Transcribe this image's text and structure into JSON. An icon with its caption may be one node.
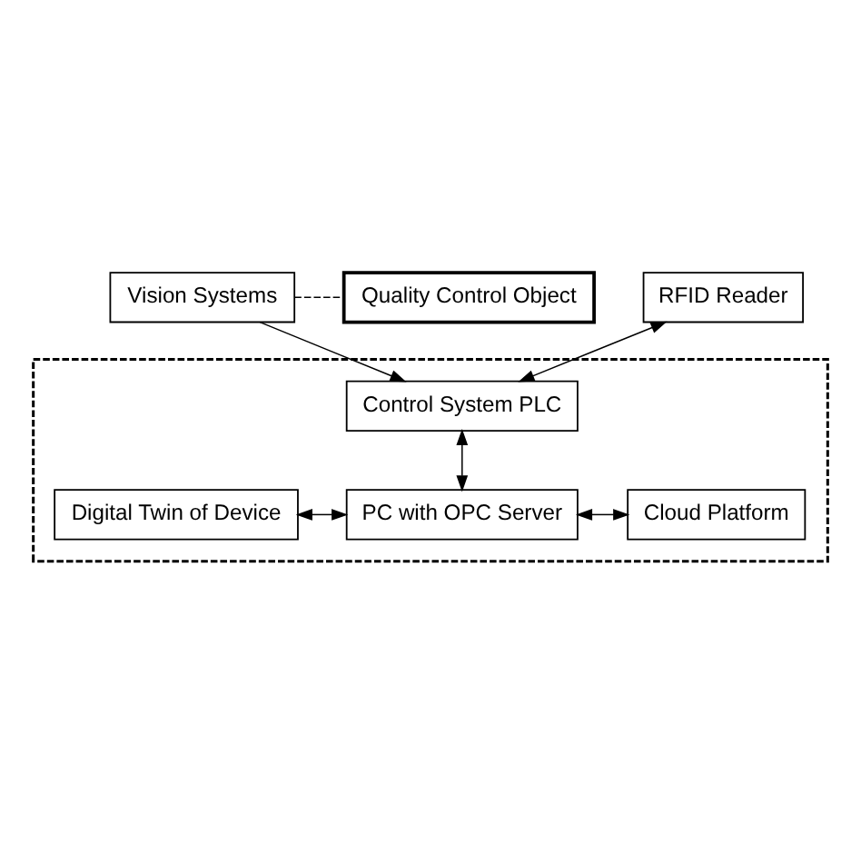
{
  "diagram": {
    "nodes": [
      {
        "text": [
          "Vision Systems"
        ]
      },
      {
        "text": [
          "Quality Control Object"
        ]
      },
      {
        "text": [
          "RFID Reader"
        ]
      },
      {
        "text": [],
        "shape": "box"
      },
      {
        "text": [
          "Control System PLC"
        ],
        "in": 3
      },
      {
        "text": [
          "Digital Twin of Device"
        ],
        "in": 3
      },
      {
        "text": [
          "PC with OPC Server"
        ],
        "in": 3
      },
      {
        "text": [
          "Cloud Platform"
        ],
        "in": 3
      }
    ],
    "edges": [
      {
        "from": 0,
        "to": 1,
        "arrow": "none",
        "style": "dashed"
      },
      {
        "from": 0,
        "to": 4,
        "arrow": "to"
      },
      {
        "from": 2,
        "to": 4,
        "arrow": "both"
      },
      {
        "from": 4,
        "to": 6,
        "arrow": "both"
      },
      {
        "from": 5,
        "to": 6,
        "arrow": "both"
      },
      {
        "from": 6,
        "to": 7,
        "arrow": "both"
      }
    ]
  }
}
